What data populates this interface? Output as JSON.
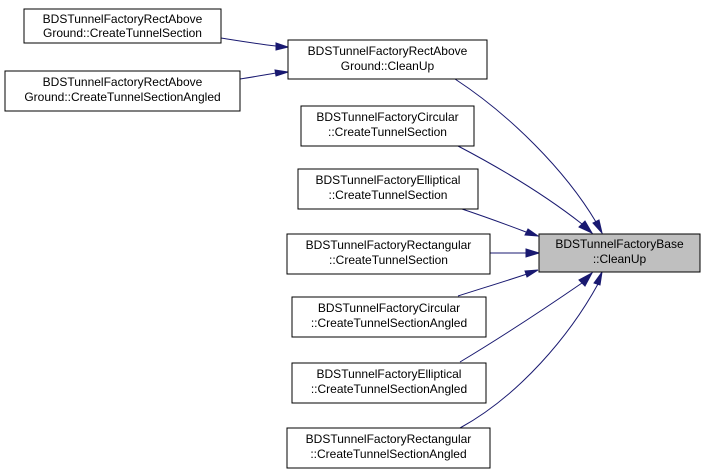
{
  "graph": {
    "nodes": {
      "a1": [
        "BDSTunnelFactoryRectAbove",
        "Ground::CreateTunnelSection"
      ],
      "a2": [
        "BDSTunnelFactoryRectAbove",
        "Ground::CreateTunnelSectionAngled"
      ],
      "b": [
        "BDSTunnelFactoryRectAbove",
        "Ground::CleanUp"
      ],
      "c1": [
        "BDSTunnelFactoryCircular",
        "::CreateTunnelSection"
      ],
      "c2": [
        "BDSTunnelFactoryElliptical",
        "::CreateTunnelSection"
      ],
      "c3": [
        "BDSTunnelFactoryRectangular",
        "::CreateTunnelSection"
      ],
      "c4": [
        "BDSTunnelFactoryCircular",
        "::CreateTunnelSectionAngled"
      ],
      "c5": [
        "BDSTunnelFactoryElliptical",
        "::CreateTunnelSectionAngled"
      ],
      "c6": [
        "BDSTunnelFactoryRectangular",
        "::CreateTunnelSectionAngled"
      ],
      "t": [
        "BDSTunnelFactoryBase",
        "::CleanUp"
      ]
    },
    "focus_node": "t",
    "edges": [
      [
        "a1",
        "b"
      ],
      [
        "a2",
        "b"
      ],
      [
        "b",
        "t"
      ],
      [
        "c1",
        "t"
      ],
      [
        "c2",
        "t"
      ],
      [
        "c3",
        "t"
      ],
      [
        "c4",
        "t"
      ],
      [
        "c5",
        "t"
      ],
      [
        "c6",
        "t"
      ]
    ],
    "colors": {
      "edge": "#191970",
      "focus_fill": "#bfbfbf",
      "node_fill": "#ffffff",
      "border": "#000000"
    }
  }
}
